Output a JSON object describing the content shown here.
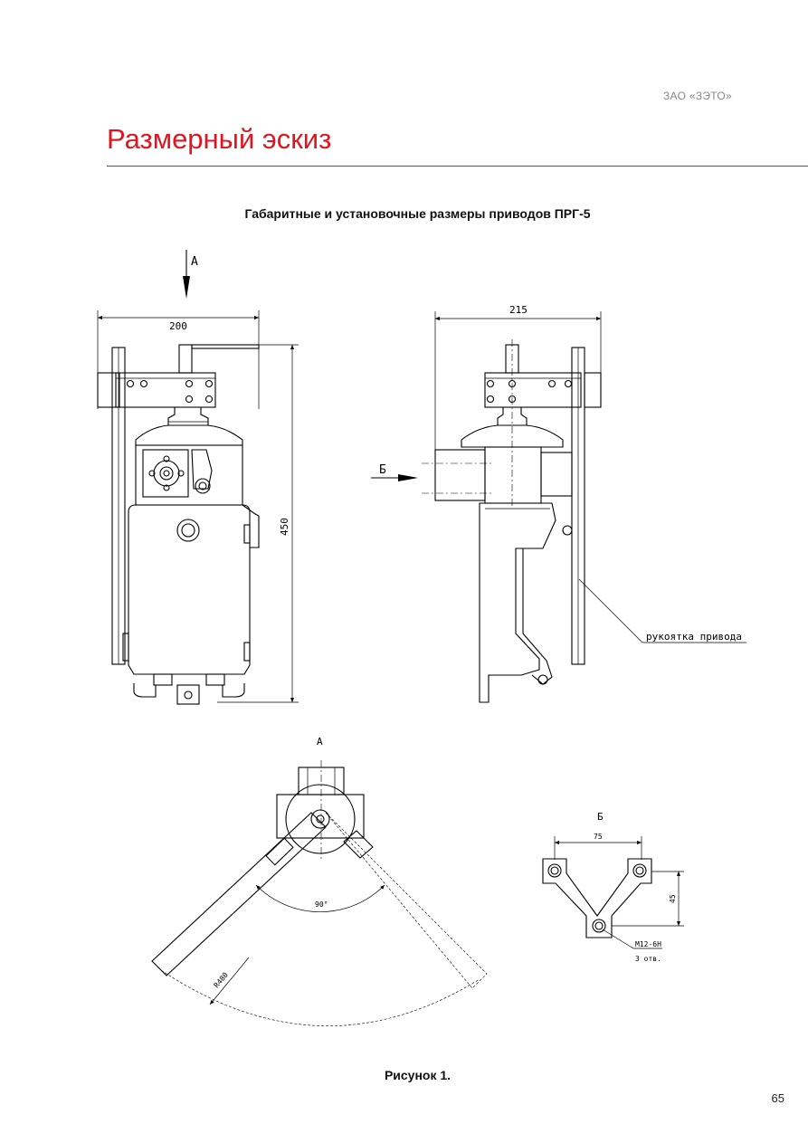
{
  "header": {
    "company": "ЗАО «ЗЭТО»",
    "title": "Размерный эскиз"
  },
  "subtitle": "Габаритные и установочные размеры приводов ПРГ-5",
  "drawing": {
    "view_a_arrow": "А",
    "view_b_arrow": "Б",
    "dim_width_front": "200",
    "dim_height": "450",
    "dim_width_side": "215",
    "handle_label": "рукоятка привода",
    "view_a_title": "А",
    "angle_label": "90°",
    "radius_label": "R480",
    "view_b_title": "Б",
    "dim_holes_h": "75",
    "dim_holes_v": "45",
    "thread_label": "М12-6Н",
    "holes_count": "3 отв."
  },
  "footer": {
    "caption": "Рисунок 1.",
    "page_number": "65"
  },
  "colors": {
    "accent": "#e1141f"
  }
}
